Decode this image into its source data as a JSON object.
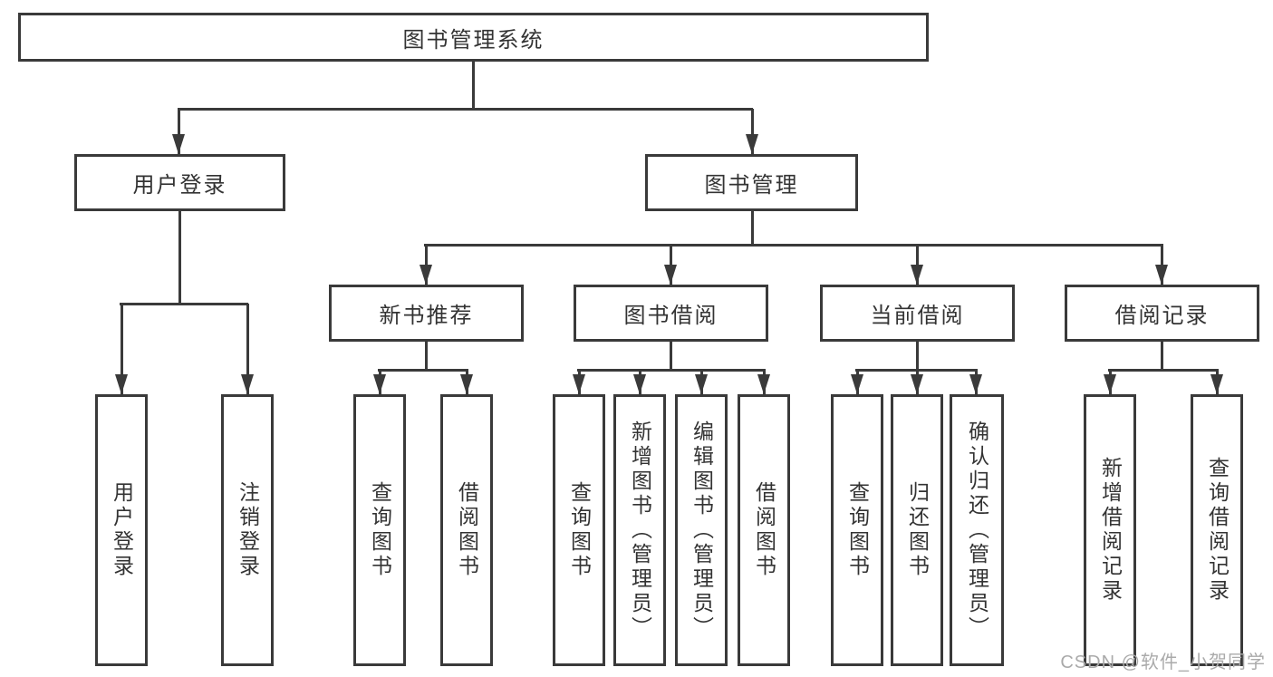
{
  "nodes": {
    "root": {
      "label": "图书管理系统"
    },
    "level2": [
      {
        "id": "user-login",
        "label": "用户登录"
      },
      {
        "id": "book-management",
        "label": "图书管理"
      }
    ],
    "level3": [
      {
        "id": "new-book-recommend",
        "label": "新书推荐"
      },
      {
        "id": "book-borrowing",
        "label": "图书借阅"
      },
      {
        "id": "current-borrowing",
        "label": "当前借阅"
      },
      {
        "id": "borrowing-records",
        "label": "借阅记录"
      }
    ],
    "leaves": {
      "user_login": [
        {
          "label": "用户登录"
        },
        {
          "label": "注销登录"
        }
      ],
      "new_book_recommend": [
        {
          "label": "查询图书"
        },
        {
          "label": "借阅图书"
        }
      ],
      "book_borrowing": [
        {
          "label": "查询图书"
        },
        {
          "label": "新增图书（管理员）"
        },
        {
          "label": "编辑图书（管理员）"
        },
        {
          "label": "借阅图书"
        }
      ],
      "current_borrowing": [
        {
          "label": "查询图书"
        },
        {
          "label": "归还图书"
        },
        {
          "label": "确认归还（管理员）"
        }
      ],
      "borrowing_records": [
        {
          "label": "新增借阅记录"
        },
        {
          "label": "查询借阅记录"
        }
      ]
    }
  },
  "watermark": {
    "text": "CSDN @软件_小贺同学"
  },
  "colors": {
    "line": "#3a3a3a",
    "text": "#333333",
    "watermark": "#aaaaaa",
    "background": "#ffffff"
  }
}
